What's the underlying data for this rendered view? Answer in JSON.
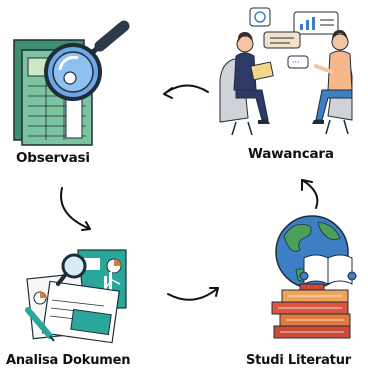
{
  "steps": {
    "observasi": "Observasi",
    "wawancara": "Wawancara",
    "analisa_dokumen": "Analisa Dokumen",
    "studi_literatur": "Studi Literatur"
  },
  "colors": {
    "teal": "#2aa79b",
    "green": "#5fae8c",
    "navy": "#2d3a66",
    "skin": "#f2c6a4",
    "orange": "#e07a3a",
    "red": "#c94b3a",
    "globe_blue": "#3d7fc4",
    "globe_green": "#4aa05a",
    "arrow": "#111111"
  }
}
